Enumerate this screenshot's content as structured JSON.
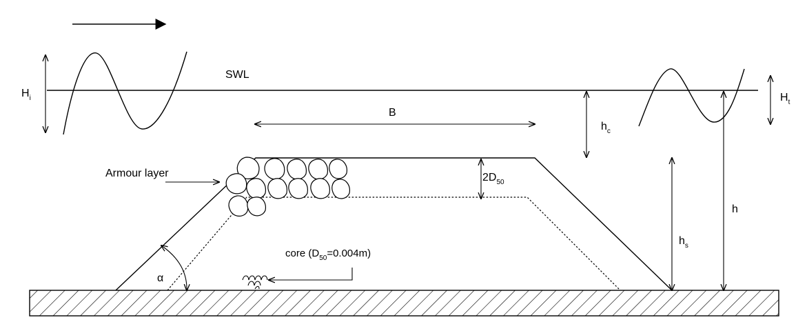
{
  "labels": {
    "swl": "SWL",
    "incident_wave_height": {
      "main": "H",
      "sub": "i"
    },
    "transmitted_wave_height": {
      "main": "H",
      "sub": "t"
    },
    "crest_width": "B",
    "freeboard": {
      "main": "h",
      "sub": "c"
    },
    "armour_layer": "Armour layer",
    "armour_thickness": {
      "main": "2D",
      "sub": "50"
    },
    "core": {
      "pre": "core (D",
      "sub": "50",
      "post": "=0.004m)"
    },
    "structure_height": {
      "main": "h",
      "sub": "s"
    },
    "water_depth": "h",
    "slope_angle": "α"
  },
  "icons": {
    "wave_direction": "arrow-right-icon",
    "seabed": "hatched-ground-icon"
  },
  "colors": {
    "line": "#000000",
    "background": "#ffffff"
  }
}
